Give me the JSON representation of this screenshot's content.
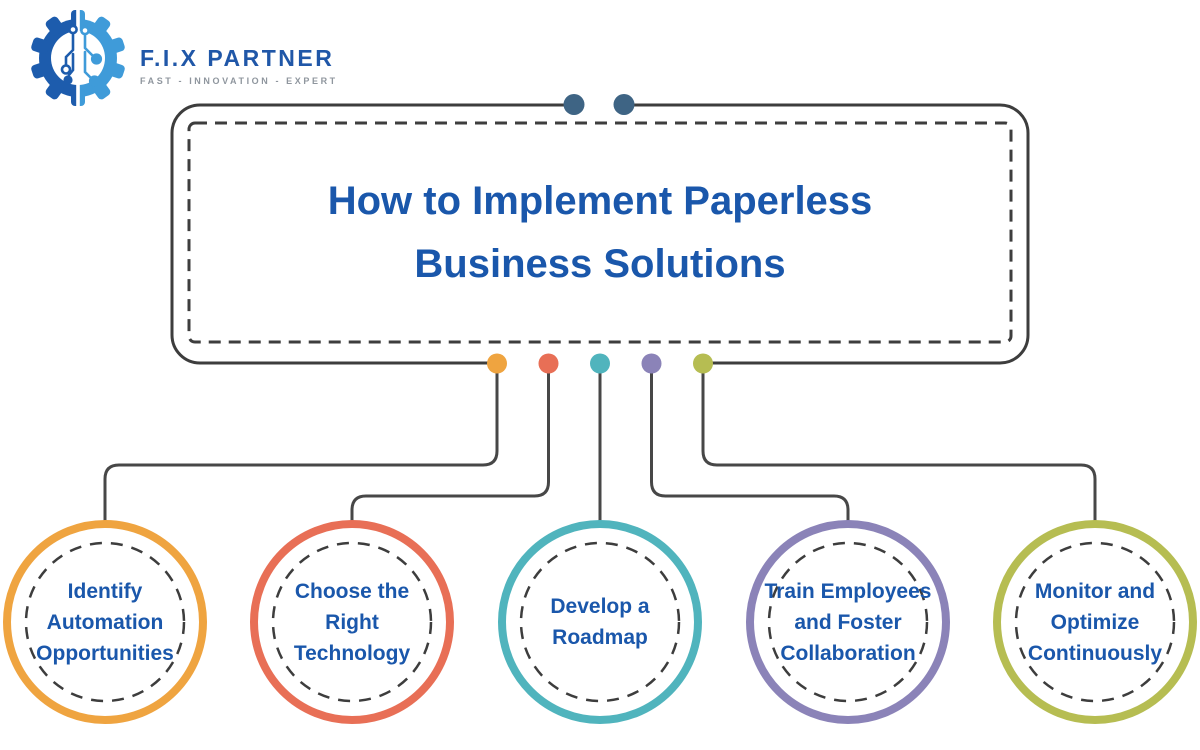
{
  "logo": {
    "brand": "F.I.X PARTNER",
    "tagline": "FAST - INNOVATION - EXPERT",
    "gear_dark": "#1d5cad",
    "gear_light": "#3f9bd9"
  },
  "title": {
    "lines": [
      "How to Implement Paperless",
      "Business Solutions"
    ],
    "color": "#1a57ab"
  },
  "steps": [
    {
      "label_lines": [
        "Identify",
        "Automation",
        "Opportunities"
      ],
      "color": "#efa440"
    },
    {
      "label_lines": [
        "Choose the",
        "Right",
        "Technology"
      ],
      "color": "#e86f56"
    },
    {
      "label_lines": [
        "Develop a",
        "Roadmap"
      ],
      "color": "#50b4bd"
    },
    {
      "label_lines": [
        "Train Employees",
        "and Foster",
        "Collaboration"
      ],
      "color": "#8b83b8"
    },
    {
      "label_lines": [
        "Monitor and",
        "Optimize",
        "Continuously"
      ],
      "color": "#b6bd52"
    }
  ],
  "colors": {
    "connector": "#474747",
    "box_border": "#3d3d3d",
    "dashed": "#3d3d3d",
    "top_dot": "#3e6484",
    "label_blue": "#1a57ab",
    "background": "#ffffff"
  }
}
